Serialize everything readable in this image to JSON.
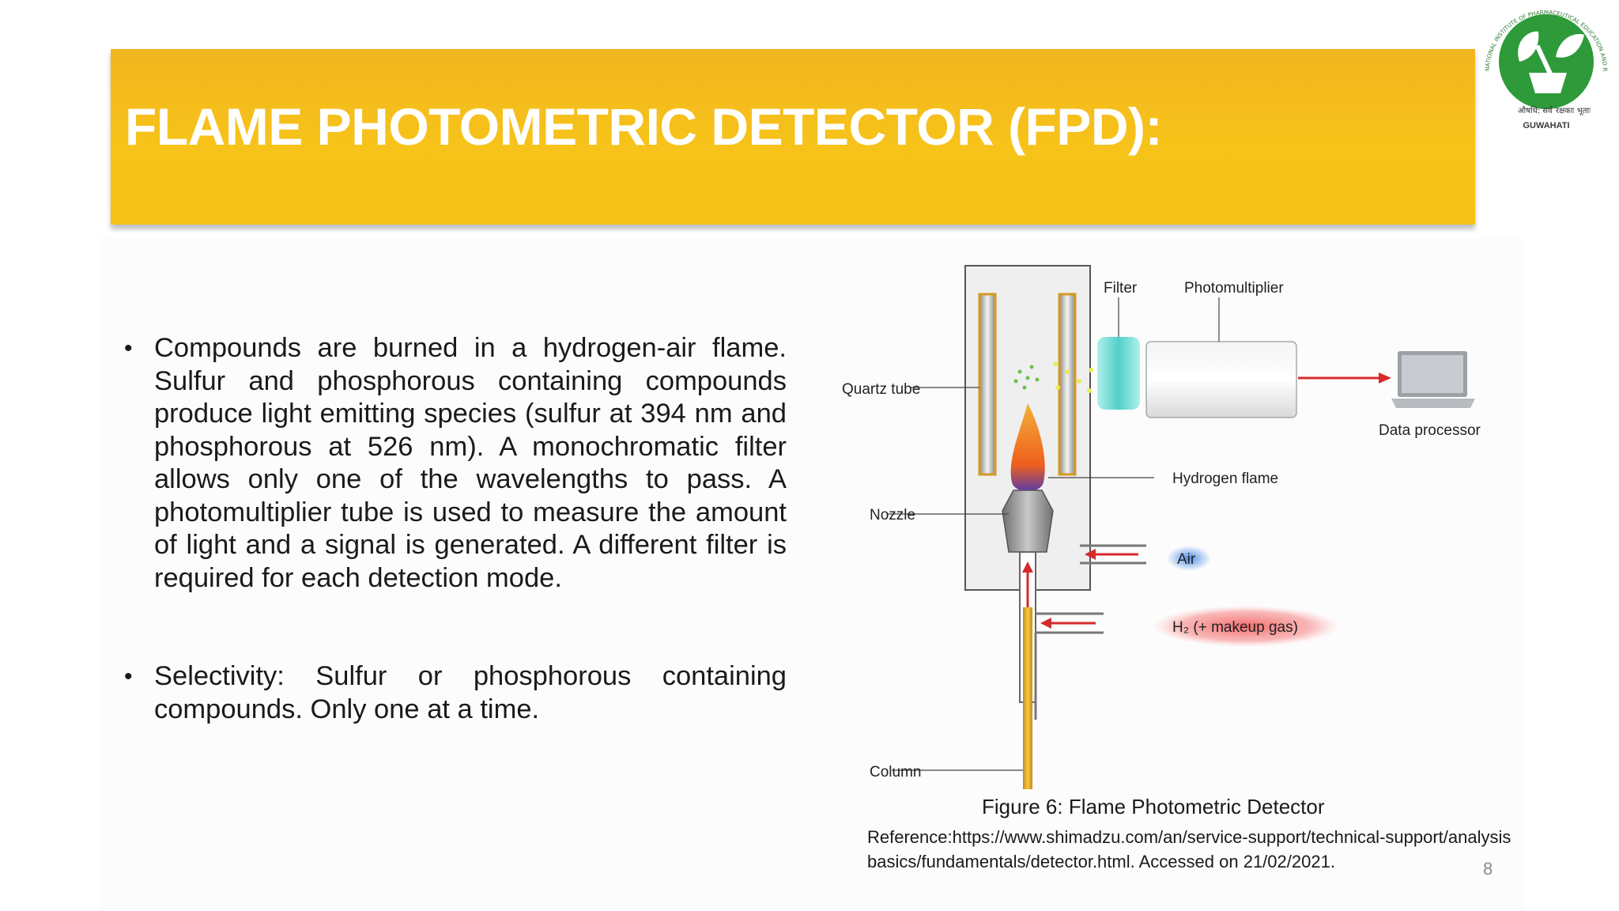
{
  "slide": {
    "title": "FLAME PHOTOMETRIC DETECTOR (FPD):",
    "page_number": "8"
  },
  "logo": {
    "arc_text": "NATIONAL INSTITUTE OF PHARMACEUTICAL EDUCATION AND RESEARCH",
    "left_motto": "औषधि: सर्व",
    "right_motto": "रक्षकाः भूताः",
    "city": "GUWAHATI",
    "colors": {
      "green": "#2e9a3a",
      "white": "#ffffff"
    }
  },
  "bullets": [
    "Compounds are burned in a hydrogen-air flame. Sulfur and phosphorous containing compounds produce light emitting species (sulfur at 394 nm and phosphorous at 526 nm). A monochromatic filter allows only one of the wavelengths to pass. A photomultiplier tube is used to measure the amount of light and a signal is generated. A different filter is required for each detection mode.",
    "Selectivity: Sulfur or phosphorous containing compounds. Only one at a time."
  ],
  "diagram": {
    "labels": {
      "filter": "Filter",
      "photomultiplier": "Photomultiplier",
      "quartz_tube": "Quartz tube",
      "data_processor": "Data processor",
      "hydrogen_flame": "Hydrogen flame",
      "nozzle": "Nozzle",
      "air": "Air",
      "h2": "H₂ (+ makeup gas)",
      "column": "Column"
    },
    "colors": {
      "title_bar": "#f5bd1a",
      "flame_outer": "#f07a2a",
      "flame_inner": "#6b3fa0",
      "arrow_red": "#d62b2b",
      "filter_cyan": "#5fd8d2",
      "air_blue": "#5aa0e8",
      "h2_red": "#f07070",
      "column_gold": "#e3a82a"
    }
  },
  "figure": {
    "caption": "Figure 6: Flame Photometric Detector",
    "reference_line1": "Reference:https://www.shimadzu.com/an/service-support/technical-support/analysis",
    "reference_line2": "basics/fundamentals/detector.html. Accessed on 21/02/2021."
  }
}
